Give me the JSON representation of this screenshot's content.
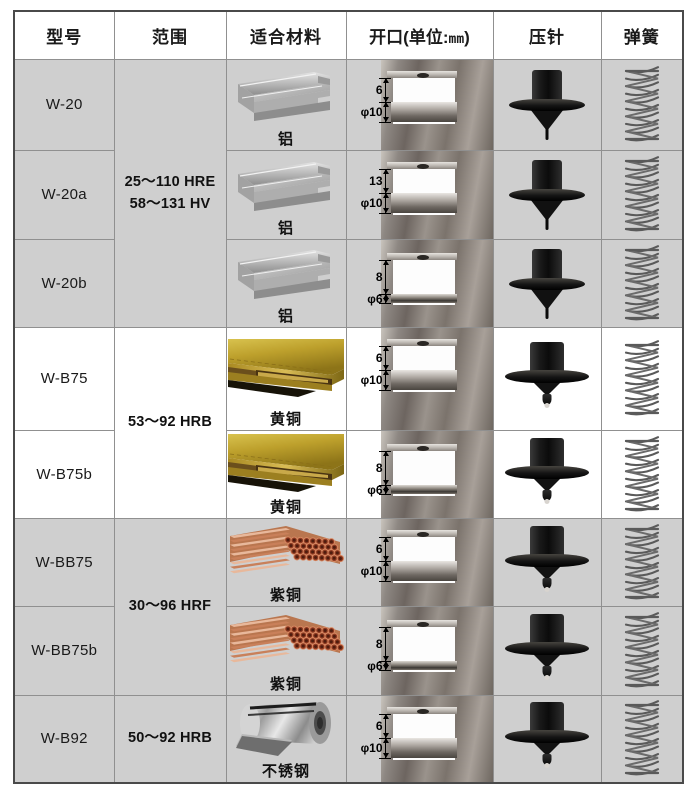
{
  "table": {
    "headers": [
      {
        "key": "model",
        "label": "型号",
        "name": "column-header-model"
      },
      {
        "key": "range",
        "label": "范围",
        "name": "column-header-range"
      },
      {
        "key": "material",
        "label": "适合材料",
        "name": "column-header-material"
      },
      {
        "key": "opening",
        "label": "开口(单位:mm)",
        "label_main": "开口(单位:",
        "label_unit": "mm",
        "label_tail": ")",
        "name": "column-header-opening"
      },
      {
        "key": "indenter",
        "label": "压针",
        "name": "column-header-indenter"
      },
      {
        "key": "spring",
        "label": "弹簧",
        "name": "column-header-spring"
      }
    ],
    "range_groups": [
      {
        "text": "25～110  HRE\n58～131  HV",
        "rowspan": 3,
        "shade": "shade"
      },
      {
        "text": "53～92  HRB",
        "rowspan": 2,
        "shade": "plain"
      },
      {
        "text": "30～96  HRF",
        "rowspan": 2,
        "shade": "shade"
      },
      {
        "text": "50～92  HRB",
        "rowspan": 1,
        "shade": "shade"
      }
    ],
    "rows": [
      {
        "model": "W-20",
        "shade": "shade",
        "material": {
          "label": "铝",
          "art": "aluminum-profile"
        },
        "opening": {
          "top_dim": "6",
          "bottom_dim": "φ10",
          "rod": "thick"
        },
        "indenter": "cone-point",
        "spring": "coil-spring"
      },
      {
        "model": "W-20a",
        "shade": "shade",
        "material": {
          "label": "铝",
          "art": "aluminum-profile"
        },
        "opening": {
          "top_dim": "13",
          "bottom_dim": "φ10",
          "rod": "thick"
        },
        "indenter": "cone-point",
        "spring": "coil-spring"
      },
      {
        "model": "W-20b",
        "shade": "shade",
        "material": {
          "label": "铝",
          "art": "aluminum-profile"
        },
        "opening": {
          "top_dim": "8",
          "bottom_dim": "φ6",
          "rod": "thin"
        },
        "indenter": "cone-point",
        "spring": "coil-spring"
      },
      {
        "model": "W-B75",
        "shade": "plain",
        "material": {
          "label": "黄铜",
          "art": "brass-sheet"
        },
        "opening": {
          "top_dim": "6",
          "bottom_dim": "φ10",
          "rod": "thick"
        },
        "indenter": "ball-point",
        "spring": "coil-spring"
      },
      {
        "model": "W-B75b",
        "shade": "plain",
        "material": {
          "label": "黄铜",
          "art": "brass-sheet"
        },
        "opening": {
          "top_dim": "8",
          "bottom_dim": "φ6",
          "rod": "thin"
        },
        "indenter": "ball-point",
        "spring": "coil-spring"
      },
      {
        "model": "W-BB75",
        "shade": "shade",
        "material": {
          "label": "紫铜",
          "art": "copper-tubes"
        },
        "opening": {
          "top_dim": "6",
          "bottom_dim": "φ10",
          "rod": "thick"
        },
        "indenter": "ball-point",
        "spring": "coil-spring"
      },
      {
        "model": "W-BB75b",
        "shade": "shade",
        "material": {
          "label": "紫铜",
          "art": "copper-tubes"
        },
        "opening": {
          "top_dim": "8",
          "bottom_dim": "φ6",
          "rod": "thin"
        },
        "indenter": "ball-point",
        "spring": "coil-spring"
      },
      {
        "model": "W-B92",
        "shade": "shade",
        "material": {
          "label": "不锈钢",
          "art": "steel-coil"
        },
        "opening": {
          "top_dim": "6",
          "bottom_dim": "φ10",
          "rod": "thick"
        },
        "indenter": "ball-point",
        "spring": "coil-spring"
      }
    ]
  },
  "colors": {
    "shade_bg": "#cfcfcf",
    "plain_bg": "#ffffff",
    "grid_line": "#909090",
    "outer_border": "#4a4a4a",
    "text": "#1a1a1a",
    "brass": "#b89a2c",
    "copper": "#b9643c",
    "aluminum": "#b6b6b6",
    "steel": "#b0b0b0"
  }
}
